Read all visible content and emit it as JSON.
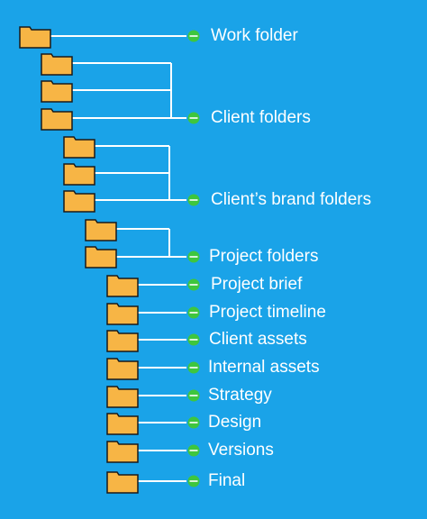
{
  "colors": {
    "background": "#1aa3e8",
    "folder_fill": "#f7b545",
    "folder_stroke": "#1a1a1a",
    "line": "#ffffff",
    "dot": "#3ec63e"
  },
  "icons": {
    "folder": "folder-icon",
    "bullet": "green-circle-bullet-icon"
  },
  "labels": [
    "Work folder",
    "Client folders",
    "Client’s brand folders",
    "Project folders",
    "Project brief",
    "Project timeline",
    "Client assets",
    "Internal assets",
    "Strategy",
    "Design",
    "Versions",
    "Final"
  ]
}
